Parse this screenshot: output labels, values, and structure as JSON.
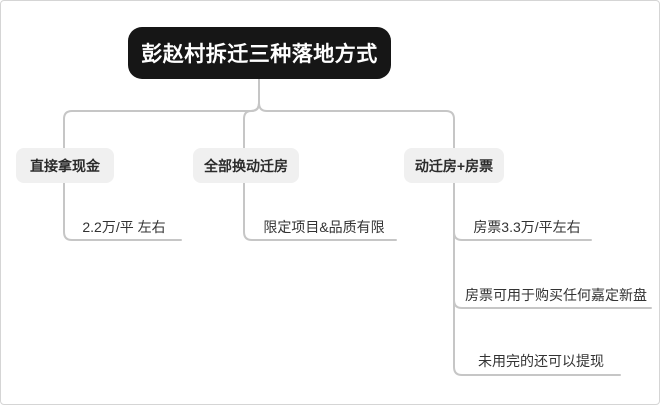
{
  "diagram": {
    "title": "彭赵村拆迁三种落地方式",
    "branches": [
      {
        "label": "直接拿现金",
        "children": [
          "2.2万/平 左右"
        ]
      },
      {
        "label": "全部换动迁房",
        "children": [
          "限定项目&品质有限"
        ]
      },
      {
        "label": "动迁房+房票",
        "children": [
          "房票3.3万/平左右",
          "房票可用于购买任何嘉定新盘",
          "未用完的还可以提现"
        ]
      }
    ],
    "colors": {
      "root_bg": "#161616",
      "root_text": "#ffffff",
      "branch_bg": "#f0f0f0",
      "branch_text": "#2b2b2b",
      "connector": "#c6c6c6",
      "frame_border": "#d5d5d5",
      "canvas_bg": "#ffffff"
    }
  }
}
